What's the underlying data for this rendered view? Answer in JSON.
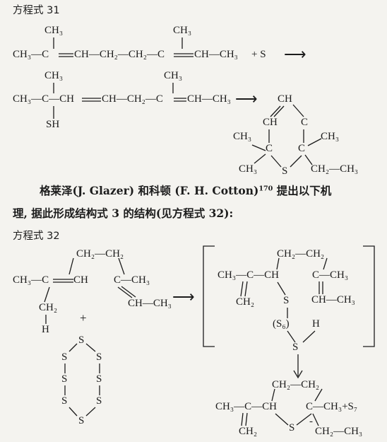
{
  "scheme31": {
    "heading": "方程式 31",
    "r1": {
      "ch3a": "CH₃",
      "ch3b": "CH₃",
      "p1": "CH₃—C",
      "p2": "CH—CH₂—CH₂—C",
      "p3": "CH—CH₃",
      "plus": "+ S",
      "arrow": "⟶"
    },
    "r2": {
      "ch3a": "CH₃",
      "ch3b": "CH₃",
      "p1": "CH₃—C—CH",
      "p2": "CH—CH₂—C",
      "p3": "CH—CH₃",
      "arrow": "⟶",
      "sh": "SH"
    },
    "ring": {
      "top": "CH",
      "ch_left": "CH",
      "c_right": "C",
      "c_left": "C",
      "c_right2": "C",
      "ch3_1": "CH₃",
      "ch3_2": "CH₃",
      "ch3_3": "CH₃",
      "s": "S",
      "ch2ch3": "CH₂—CH₃"
    }
  },
  "paragraph": {
    "line1_pre": "格莱泽(J. Glazer) 和科顿 (F. H. Cotton)",
    "ref": "170",
    "line1_post": " 提出以下机",
    "line2": "理, 据此形成结构式 3 的结构(见方程式 32):"
  },
  "scheme32": {
    "heading": "方程式 32",
    "left": {
      "ch2ch2": "CH₂—CH₂",
      "main": "CH₃—C",
      "ch": "CH",
      "c_ch3": "C—CH₃",
      "ch2": "CH₂",
      "h": "H",
      "chch3": "CH—CH₃",
      "plus": "+"
    },
    "s8": [
      "S",
      "S",
      "S",
      "S",
      "S",
      "S",
      "S",
      "S"
    ],
    "arrow": "⟶",
    "bracket": {
      "ch2ch2": "CH₂—CH₂",
      "main": "CH₃—C—CH",
      "c_ch3": "C—CH₃",
      "ch2": "CH₂",
      "chch3": "CH—CH₃",
      "s1": "S",
      "s6": "(S₆)",
      "h": "H",
      "s2": "S"
    },
    "product": {
      "ch2ch2": "CH₂—CH₂",
      "main": "CH₃—C—CH",
      "c_tail": "C—CH₃+S₇",
      "ch2": "CH₂",
      "s": "S",
      "minus": "-",
      "ch2ch3": "CH₂—CH₃"
    }
  }
}
